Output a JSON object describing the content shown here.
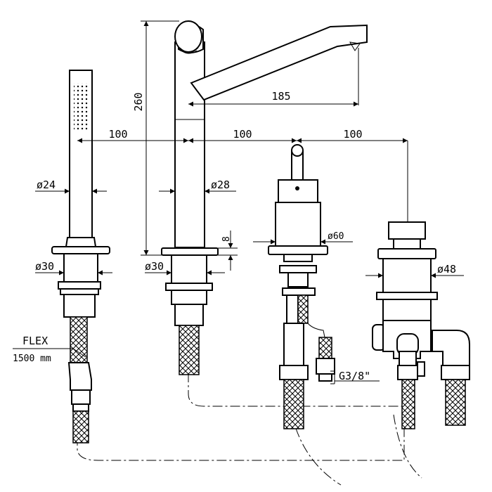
{
  "dimensions": {
    "spacing_1": "100",
    "spacing_2": "100",
    "spacing_3": "100",
    "spout_height": "260",
    "spout_reach": "185",
    "hand_shower_diameter": "ø24",
    "spout_diameter": "ø28",
    "hand_shower_base_diameter": "ø30",
    "spout_base_diameter": "ø30",
    "mixer_diameter": "ø60",
    "diverter_diameter": "ø48",
    "flange_height": "8",
    "connection_thread": "G3/8\""
  },
  "hose": {
    "type_label": "FLEX",
    "length_label": "1500 mm"
  }
}
